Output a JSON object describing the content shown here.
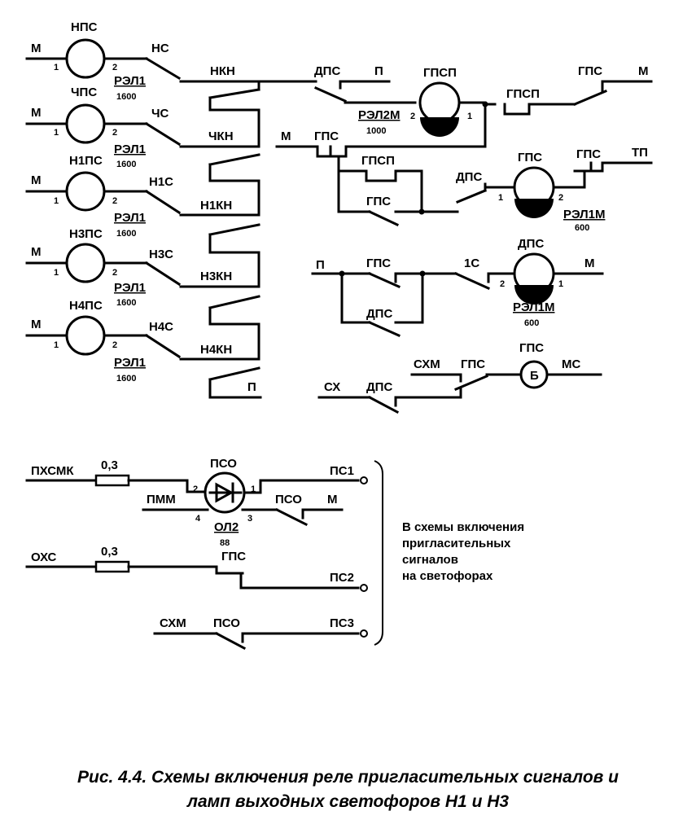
{
  "relays": {
    "nps": {
      "name": "НПС",
      "left": "М",
      "pin1": "1",
      "pin2": "2",
      "type": "РЭЛ1",
      "value": "1600"
    },
    "chps": {
      "name": "ЧПС",
      "left": "М",
      "pin1": "1",
      "pin2": "2",
      "type": "РЭЛ1",
      "value": "1600"
    },
    "n1ps": {
      "name": "Н1ПС",
      "left": "М",
      "pin1": "1",
      "pin2": "2",
      "type": "РЭЛ1",
      "value": "1600"
    },
    "n3ps": {
      "name": "Н3ПС",
      "left": "М",
      "pin1": "1",
      "pin2": "2",
      "type": "РЭЛ1",
      "value": "1600"
    },
    "n4ps": {
      "name": "Н4ПС",
      "left": "М",
      "pin1": "1",
      "pin2": "2",
      "type": "РЭЛ1",
      "value": "1600"
    },
    "gpsp": {
      "name": "ГПСП",
      "pin1": "1",
      "pin2": "2",
      "type": "РЭЛ2М",
      "value": "1000"
    },
    "gps": {
      "name": "ГПС",
      "pin1": "1",
      "pin2": "2",
      "type": "РЭЛ1М",
      "value": "600"
    },
    "dps": {
      "name": "ДПС",
      "pin1": "1",
      "pin2": "2",
      "type": "РЭЛ1М",
      "value": "600"
    }
  },
  "contacts": {
    "ns": "НС",
    "chs": "ЧС",
    "n1s": "Н1С",
    "n3s": "Н3С",
    "n4s": "Н4С",
    "nkn": "НКН",
    "chkn": "ЧКН",
    "n1kn": "Н1КН",
    "n3kn": "Н3КН",
    "n4kn": "Н4КН",
    "p_bottom": "П",
    "dps_top": "ДПС",
    "p_top": "П",
    "gpsp_contact": "ГПСП",
    "gps_top": "ГПС",
    "m_top_right": "М",
    "m_row2": "М",
    "gps_row2": "ГПС",
    "gpsp_row2": "ГПСП",
    "gps_row2b": "ГПС",
    "dps_row2": "ДПС",
    "gps_tp": "ГПС",
    "tp": "ТП",
    "p_row3": "П",
    "gps_row3": "ГПС",
    "dps_row3": "ДПС",
    "s1_row3": "1С",
    "m_row3": "М",
    "shm_row4": "СХМ",
    "gps_row4": "ГПС",
    "sh_row4": "СХ",
    "dps_row4": "ДПС",
    "lamp_gps": "ГПС",
    "lamp_letter": "Б",
    "ms": "МС"
  },
  "bottom": {
    "phsmk": "ПХСМК",
    "fuse1": "0,3",
    "pso": "ПСО",
    "ps1": "ПС1",
    "pmm": "ПММ",
    "pso_contact": "ПСО",
    "m": "М",
    "pin2": "2",
    "pin1": "1",
    "pin4": "4",
    "pin3": "3",
    "ol_type": "ОЛ2",
    "ol_value": "88",
    "ohs": "ОХС",
    "fuse2": "0,3",
    "gps": "ГПС",
    "ps2": "ПС2",
    "shm": "СХМ",
    "pso2": "ПСО",
    "ps3": "ПС3"
  },
  "note": [
    "В схемы включения",
    "пригласительных",
    "сигналов",
    "на светофорах"
  ],
  "caption": {
    "line1": "Рис. 4.4. Схемы включения реле пригласительных сигналов и",
    "line2": "ламп  выходных  светофоров  Н1  и  Н3"
  }
}
